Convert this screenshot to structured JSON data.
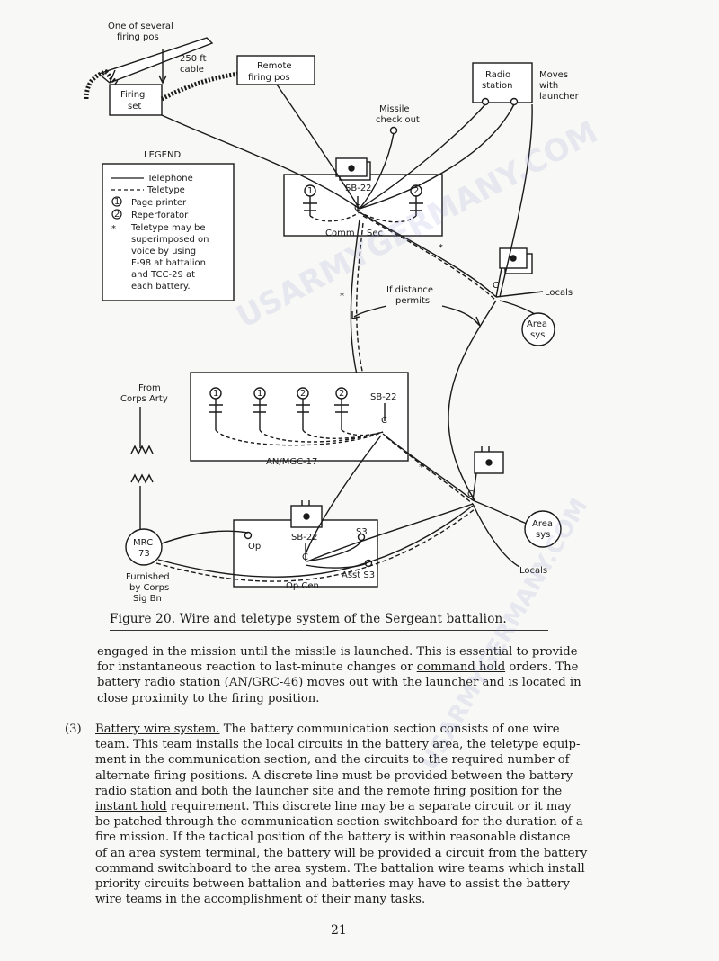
{
  "figure": {
    "labels": {
      "one_of_several": "One of several",
      "firing_pos": "firing pos",
      "cable_ft": "250 ft",
      "cable": "cable",
      "firing": "Firing",
      "set": "set",
      "remote": "Remote",
      "remote_firing_pos": "firing pos",
      "radio": "Radio",
      "station": "station",
      "moves": "Moves",
      "with": "with",
      "launcher": "launcher",
      "missile": "Missile",
      "check_out": "check out",
      "sb22_a": "SB-22",
      "comm": "Comm",
      "sec": "Sec",
      "if_distance": "If distance",
      "permits": "permits",
      "locals_a": "Locals",
      "area_a": "Area",
      "sys_a": "sys",
      "from": "From",
      "corps_arty": "Corps Arty",
      "sb22_b": "SB-22",
      "an_mgc": "AN/MGC-17",
      "sb22_c": "SB-22",
      "op": "Op",
      "s3": "S3",
      "asst_s3": "Asst S3",
      "op_cen": "Op Cen",
      "mrc": "MRC",
      "mrc_num": "73",
      "furnished": "Furnished",
      "by_corps": "by Corps",
      "sig_bn": "Sig Bn",
      "area_b": "Area",
      "sys_b": "sys",
      "locals_b": "Locals",
      "one": "1",
      "two": "2",
      "c": "C",
      "star": "*"
    },
    "legend": {
      "title": "LEGEND",
      "telephone": "Telephone",
      "teletype": "Teletype",
      "page_printer": "Page printer",
      "reperforator": "Reperforator",
      "note_lines": [
        "Teletype may be",
        "superimposed on",
        "voice by using",
        "F-98 at battalion",
        "and TCC-29 at",
        "each battery."
      ]
    },
    "caption": "Figure 20.  Wire and teletype system of the Sergeant battalion."
  },
  "body": {
    "p1_lines": [
      "engaged in the mission until the missile is launched.  This is essential to provide",
      "for instantaneous reaction to last-minute changes or ",
      "command hold",
      " orders.  The",
      "battery radio station (AN/GRC-46) moves out with the launcher and is located in",
      "close proximity to the firing position."
    ],
    "p2_num": "(3)",
    "p2_heading": "Battery wire system.",
    "p2_lines": [
      "  The battery communication section consists of one wire",
      "team.  This team installs the local circuits in the battery area, the teletype equip-",
      "ment in the communication section, and the circuits to the required number of",
      "alternate firing positions.  A discrete line must be provided between the battery",
      "radio station and both the launcher site and the remote firing position for the",
      "instant hold",
      " requirement.  This discrete line may be a separate circuit or it may",
      "be patched through the communication section switchboard for the duration of a",
      "fire mission.  If the tactical position of the battery is within reasonable distance",
      "of an area system terminal, the battery will be provided a circuit from the battery",
      "command switchboard to the area system.  The battalion wire teams which install",
      "priority circuits between battalion and batteries may have to assist the battery",
      "wire teams in the accomplishment of their many tasks."
    ],
    "page_number": "21"
  },
  "watermark": "USARMYGERMANY.COM"
}
